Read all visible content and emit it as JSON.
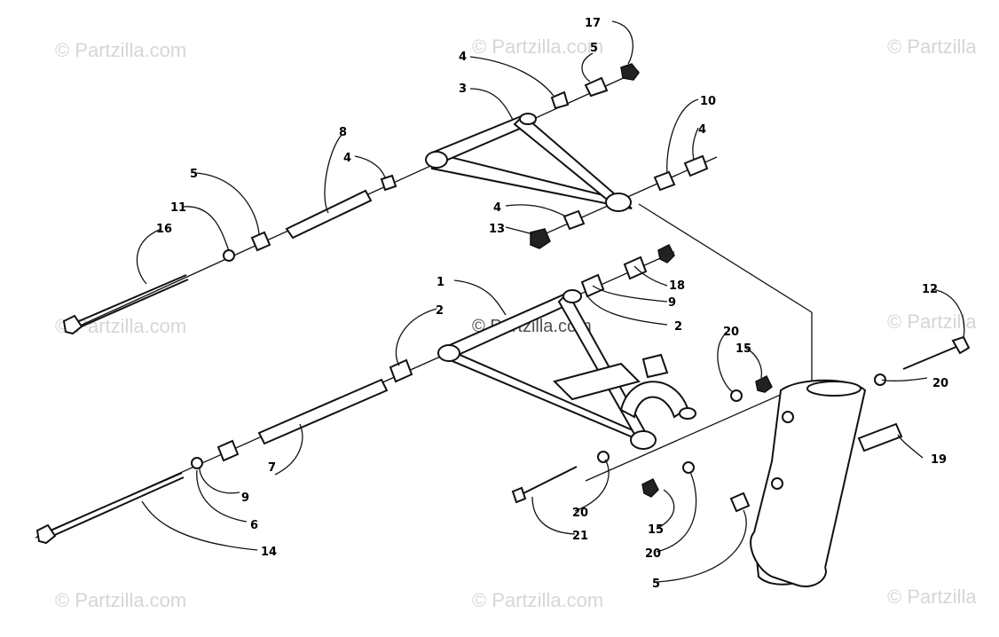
{
  "watermarks": [
    "© Partzilla.com",
    "© Partzilla.com",
    "© Partzilla",
    "© Partzilla.com",
    "© Partzilla.com",
    "© Partzilla",
    "© Partzilla.com",
    "© Partzilla.com",
    "© Partzilla"
  ],
  "callouts": {
    "c1": "1",
    "c2a": "2",
    "c2b": "2",
    "c3": "3",
    "c4a": "4",
    "c4b": "4",
    "c4c": "4",
    "c4d": "4",
    "c5a": "5",
    "c5b": "5",
    "c5c": "5",
    "c6": "6",
    "c7": "7",
    "c8": "8",
    "c9a": "9",
    "c9b": "9",
    "c10": "10",
    "c11": "11",
    "c12": "12",
    "c13": "13",
    "c14": "14",
    "c15a": "15",
    "c15b": "15",
    "c16": "16",
    "c17": "17",
    "c18": "18",
    "c19": "19",
    "c20a": "20",
    "c20b": "20",
    "c20c": "20",
    "c20d": "20",
    "c21": "21"
  }
}
